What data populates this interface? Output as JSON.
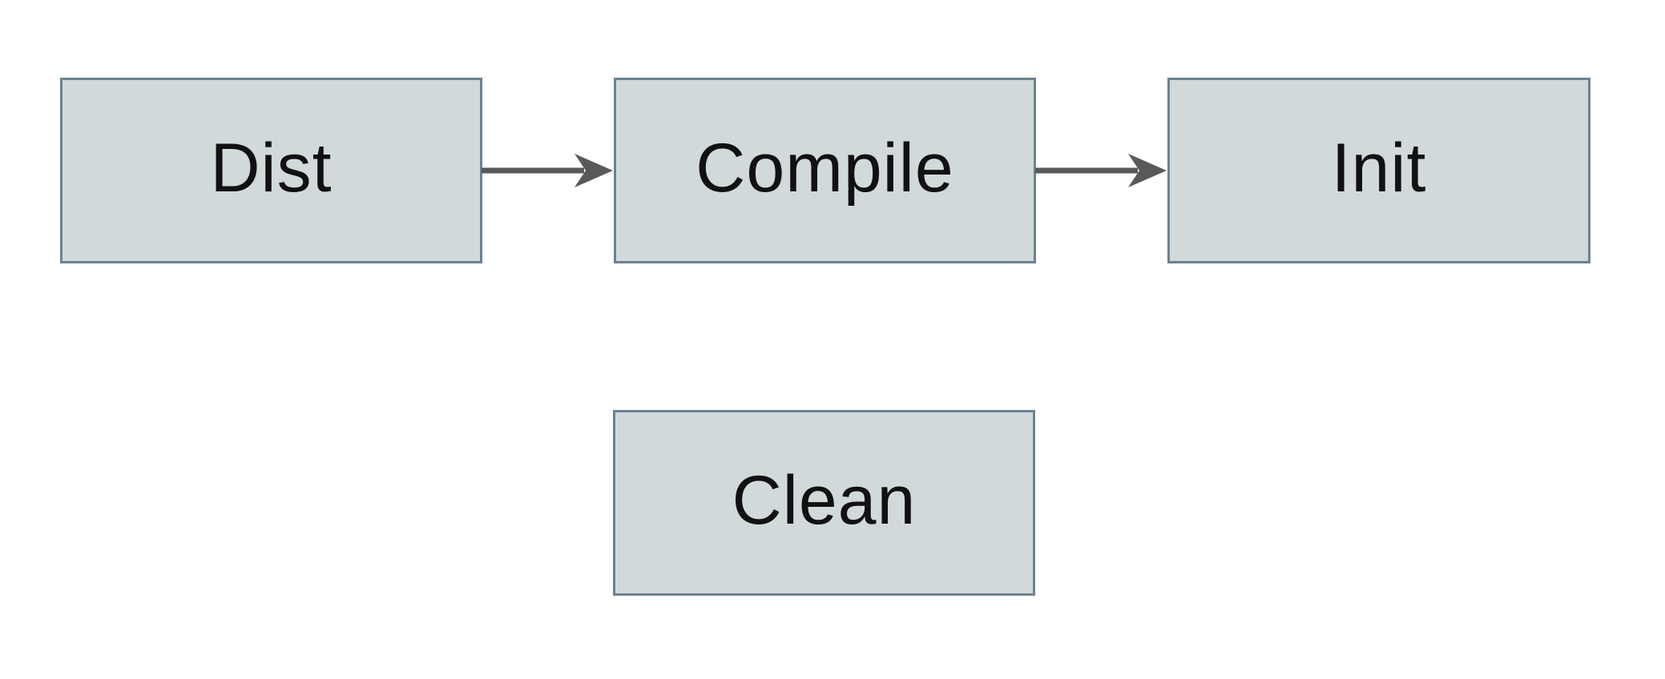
{
  "diagram": {
    "nodes": [
      {
        "id": "dist",
        "label": "Dist"
      },
      {
        "id": "compile",
        "label": "Compile"
      },
      {
        "id": "init",
        "label": "Init"
      },
      {
        "id": "clean",
        "label": "Clean"
      }
    ],
    "edges": [
      {
        "from": "Dist",
        "to": "Compile"
      },
      {
        "from": "Compile",
        "to": "Init"
      }
    ]
  },
  "colors": {
    "node_fill": "#d2d9db",
    "node_border": "#6b8290",
    "arrow": "#595959",
    "text": "#111111",
    "canvas_bg": "#ffffff"
  }
}
